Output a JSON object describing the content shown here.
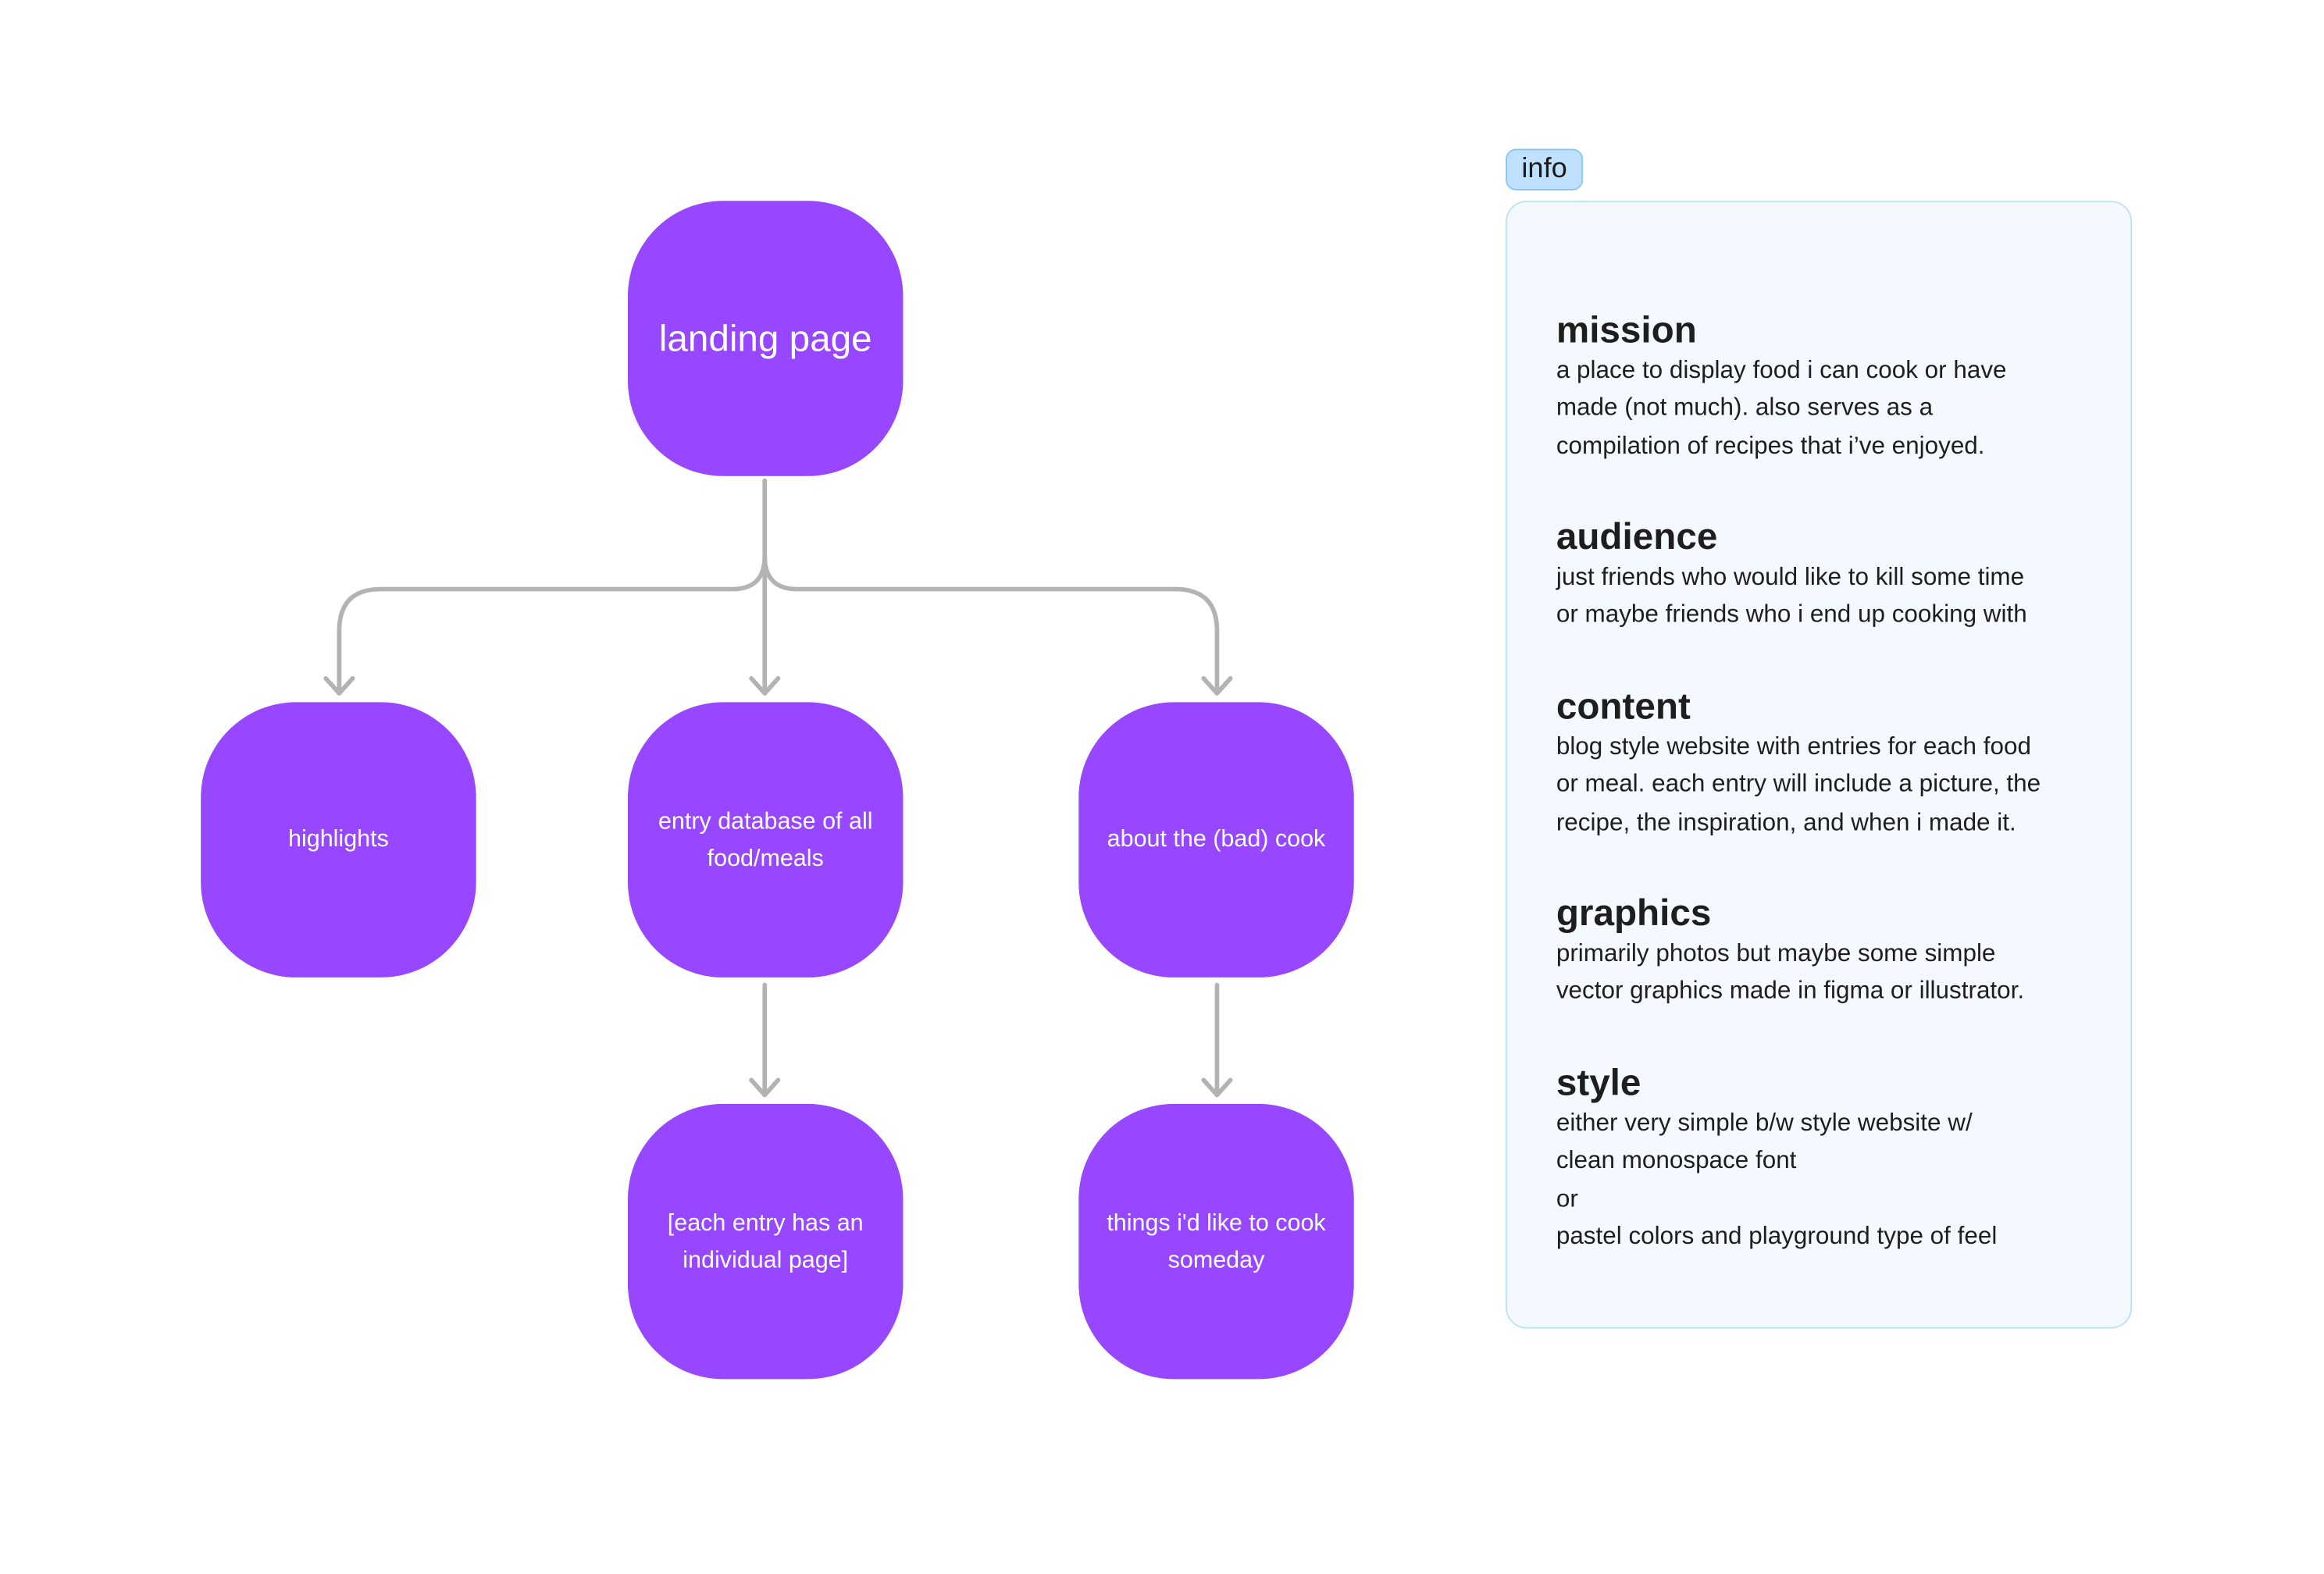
{
  "diagram": {
    "nodes": {
      "landing": "landing page",
      "highlights": "highlights",
      "database": "entry database of all food/meals",
      "about": "about the (bad) cook",
      "individual": "[each entry has an individual page]",
      "someday": "things i'd like to cook someday"
    },
    "edges": [
      [
        "landing page",
        "highlights"
      ],
      [
        "landing page",
        "entry database of all food/meals"
      ],
      [
        "landing page",
        "about the (bad) cook"
      ],
      [
        "entry database of all food/meals",
        "[each entry has an individual page]"
      ],
      [
        "about the (bad) cook",
        "things i'd like to cook someday"
      ]
    ],
    "colors": {
      "node_fill": "#9747ff",
      "node_text": "#ffffff",
      "connector": "#b3b3b3"
    }
  },
  "info": {
    "tag": "info",
    "sections": {
      "mission": {
        "title": "mission",
        "lines": [
          "a place to display food i can cook or have",
          "made (not much). also serves as a",
          "compilation of recipes that i’ve enjoyed."
        ]
      },
      "audience": {
        "title": "audience",
        "lines": [
          "just friends who would like to kill some time",
          "or maybe friends who i end up cooking with"
        ]
      },
      "content": {
        "title": "content",
        "lines": [
          "blog style website with entries for each food",
          "or meal. each entry will include a picture, the",
          "recipe, the inspiration, and when i made it."
        ]
      },
      "graphics": {
        "title": "graphics",
        "lines": [
          "primarily photos but maybe some simple",
          "vector graphics made in figma or illustrator."
        ]
      },
      "style": {
        "title": "style",
        "lines": [
          "either very simple b/w style website w/",
          "clean monospace font",
          "or",
          "pastel colors and playground type of feel"
        ]
      }
    },
    "colors": {
      "panel_bg": "#f4f9ff",
      "panel_border": "#bfe1f7",
      "tag_bg": "#bfe1ff"
    }
  }
}
